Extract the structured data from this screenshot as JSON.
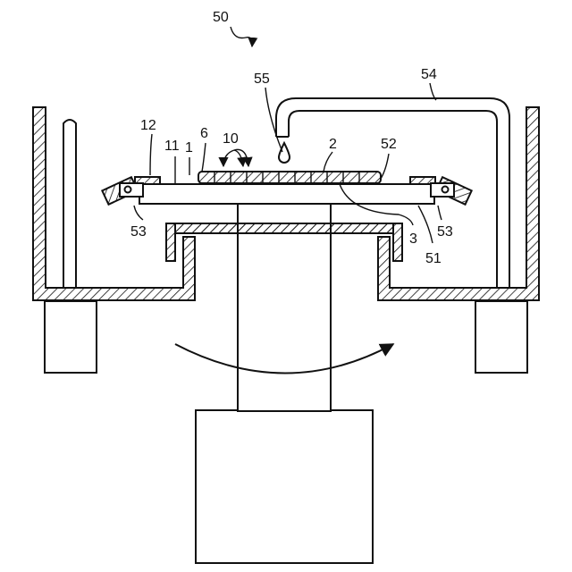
{
  "labels": {
    "apparatus": "50",
    "nozzle": "55",
    "supply_pipe": "54",
    "edge_left": "12",
    "frame": "11",
    "unit": "1",
    "film": "6",
    "chips": "10",
    "wafer": "2",
    "table_ref": "52",
    "clamp_left": "53",
    "clamp_right": "53",
    "tape": "3",
    "table": "51"
  }
}
